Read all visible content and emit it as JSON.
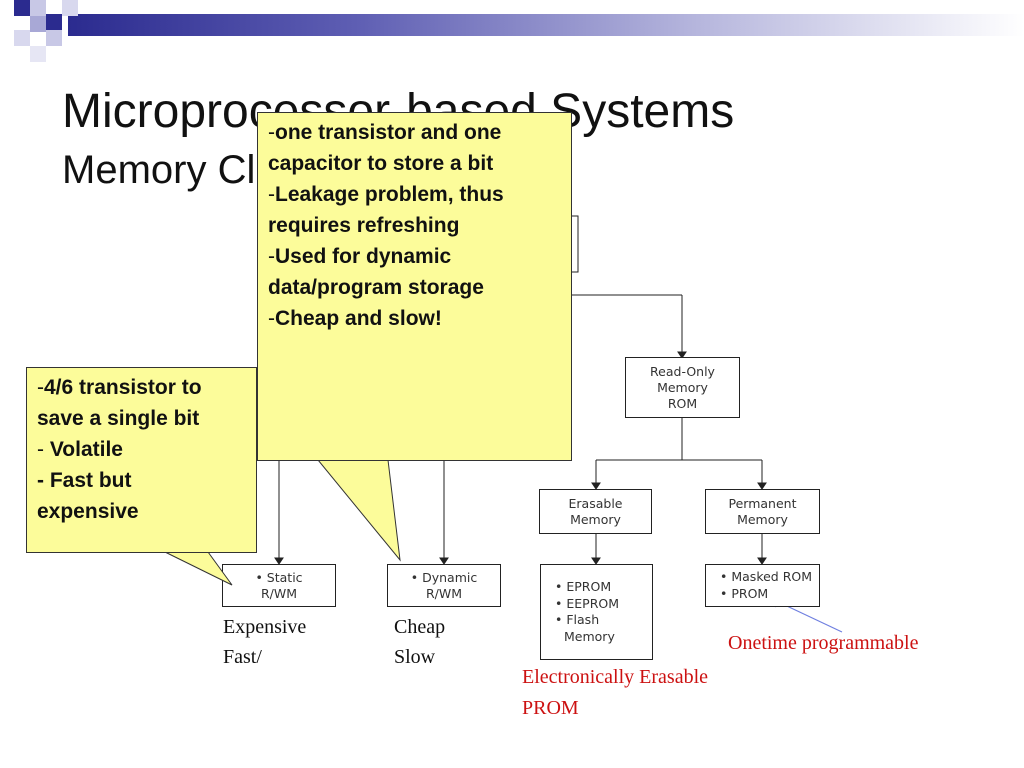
{
  "slide": {
    "title": "Microprocessor-based Systems",
    "subtitle": "Memory Classification"
  },
  "diagram": {
    "read_only": "Read-Only\nMemory\nROM",
    "erasable": "Erasable\nMemory",
    "permanent": "Permanent\nMemory",
    "static": "• Static\nR/WM",
    "dynamic": "• Dynamic\nR/WM",
    "erasable_list": [
      "EPROM",
      "EEPROM",
      "Flash"
    ],
    "erasable_list_cont": "Memory",
    "permanent_list": [
      "Masked ROM",
      "PROM"
    ]
  },
  "captions": {
    "expensive": "Expensive",
    "fast": "Fast/",
    "cheap": "Cheap",
    "slow": "Slow",
    "onetime": "Onetime programmable",
    "ee_line1": "Electronically Erasable",
    "ee_line2": "PROM"
  },
  "callout_dram": {
    "l1": "one transistor and one",
    "l2": "capacitor to store a bit",
    "l3": "Leakage problem, thus",
    "l4": "requires refreshing",
    "l5": "Used for dynamic",
    "l6": "data/program storage",
    "l7": "Cheap and slow!"
  },
  "callout_sram": {
    "l1": "4/6 transistor to",
    "l2": "save a single bit",
    "l3": "Volatile",
    "l4": "- Fast but",
    "l5": "expensive"
  },
  "colors": {
    "callout_fill": "#fcfc9a",
    "accent_red": "#cc1111",
    "header_blue": "#2b2b8f"
  }
}
